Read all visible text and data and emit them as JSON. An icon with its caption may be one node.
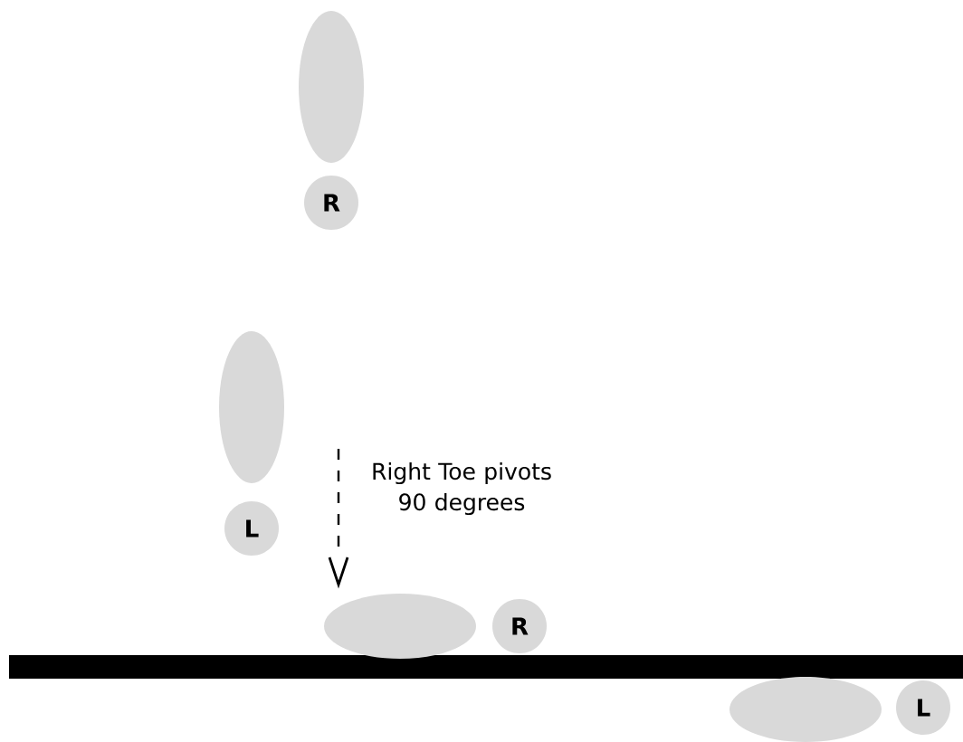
{
  "diagram": {
    "nodes": [
      {
        "text": [],
        "shape": "ellipse"
      },
      {
        "text": [
          "R"
        ]
      },
      {
        "text": [],
        "shape": "ellipse"
      },
      {
        "text": [
          "L"
        ]
      },
      {
        "text": [],
        "shape": "ellipse"
      },
      {
        "text": [
          "R"
        ]
      },
      {
        "text": [],
        "shape": "ellipse"
      },
      {
        "text": [
          "L"
        ]
      }
    ],
    "labels": [
      "Right Toe pivots 90 degrees"
    ]
  }
}
